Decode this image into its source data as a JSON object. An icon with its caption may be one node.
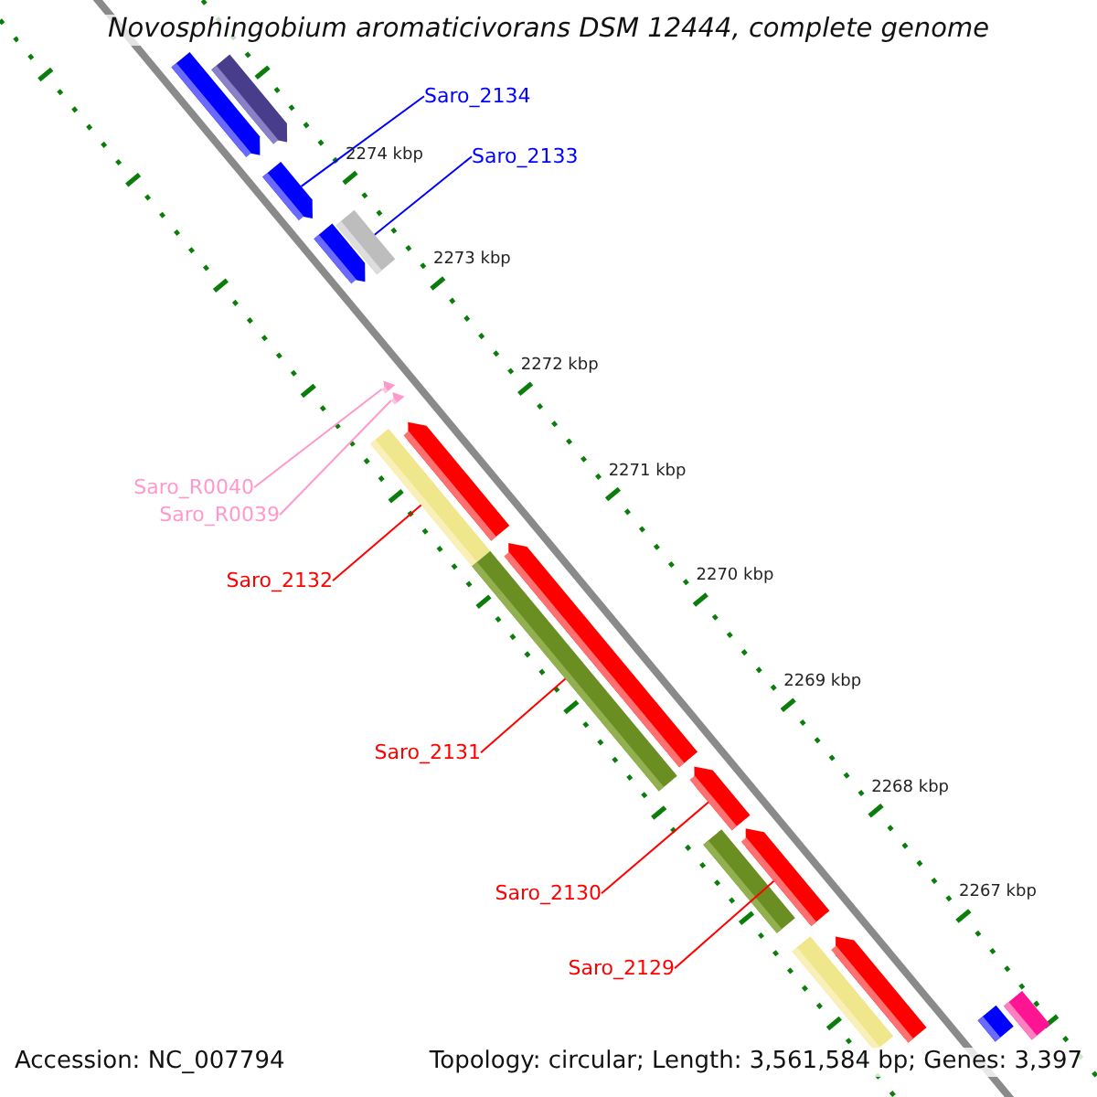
{
  "diagram": {
    "title": "Novosphingobium aromaticivorans DSM 12444, complete genome",
    "nodes": [
      {
        "text": [
          "Saro_2134"
        ]
      },
      {
        "text": [
          "Saro_2133"
        ]
      },
      {
        "text": [
          "Saro_R0040"
        ]
      },
      {
        "text": [
          "Saro_R0039"
        ]
      },
      {
        "text": [
          "Saro_2132"
        ]
      },
      {
        "text": [
          "Saro_2131"
        ]
      },
      {
        "text": [
          "Saro_2130"
        ]
      },
      {
        "text": [
          "Saro_2129"
        ]
      },
      {
        "text": [],
        "shape": "arrow"
      },
      {
        "text": [],
        "shape": "arrow"
      },
      {
        "text": [],
        "shape": "arrow"
      },
      {
        "text": [],
        "shape": "arrow"
      },
      {
        "text": [],
        "shape": "bar"
      },
      {
        "text": [],
        "shape": "arrow"
      },
      {
        "text": [],
        "shape": "arrow"
      },
      {
        "text": [],
        "shape": "arrow"
      },
      {
        "text": [],
        "shape": "arrow"
      },
      {
        "text": [],
        "shape": "arrow"
      },
      {
        "text": [],
        "shape": "arrow"
      },
      {
        "text": [],
        "shape": "arrow"
      },
      {
        "text": [],
        "shape": "bar"
      },
      {
        "text": [],
        "shape": "bar"
      },
      {
        "text": [],
        "shape": "bar"
      },
      {
        "text": [],
        "shape": "bar"
      },
      {
        "text": [],
        "shape": "bar"
      },
      {
        "text": [],
        "shape": "bar"
      }
    ],
    "edges": [
      {
        "from": 0,
        "to": 9,
        "arrow": "none",
        "color": "#0000ff"
      },
      {
        "from": 1,
        "to": 12,
        "arrow": "none",
        "color": "#0000ff"
      },
      {
        "from": 2,
        "to": 13,
        "arrow": "none",
        "color": "#ff99cc"
      },
      {
        "from": 3,
        "to": 14,
        "arrow": "none",
        "color": "#ff99cc"
      },
      {
        "from": 4,
        "to": 20,
        "arrow": "none"
      },
      {
        "from": 5,
        "to": 21,
        "arrow": "none"
      },
      {
        "from": 6,
        "to": 17,
        "arrow": "none"
      },
      {
        "from": 7,
        "to": 18,
        "arrow": "none"
      }
    ],
    "labels": [
      "2274 kbp",
      "2273 kbp",
      "2272 kbp",
      "2271 kbp",
      "2270 kbp",
      "2269 kbp",
      "2268 kbp",
      "2267 kbp",
      "Accession: NC_007794",
      "Topology: circular; Length: 3,561,584 bp; Genes: 3,397"
    ]
  }
}
